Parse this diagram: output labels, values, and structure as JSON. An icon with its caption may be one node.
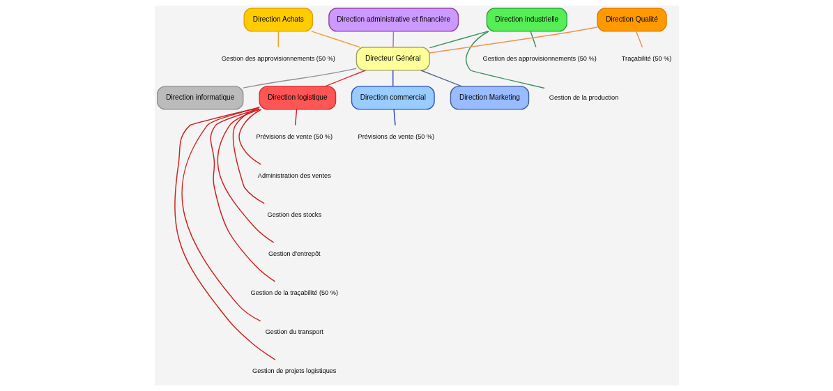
{
  "diagram": {
    "nodes": [
      {
        "text": [
          "Direction administrative et financière"
        ]
      },
      {
        "text": [
          "Direction Achats"
        ]
      },
      {
        "text": [
          "Gestion des approvisionnements (50 %)"
        ]
      },
      {
        "text": [
          "Direction industrielle"
        ]
      },
      {
        "text": [
          "Gestion des approvisionnements (50 %)"
        ]
      },
      {
        "text": [
          "Gestion de la production"
        ]
      },
      {
        "text": [
          "Direction Qualité"
        ]
      },
      {
        "text": [
          "Traçabilité (50 %)"
        ]
      },
      {
        "text": [
          "Directeur Général"
        ]
      },
      {
        "text": [
          "Direction logistique"
        ]
      },
      {
        "text": [
          "Direction commercial"
        ]
      },
      {
        "text": [
          "Direction Marketing"
        ]
      },
      {
        "text": [
          "Direction informatique"
        ]
      },
      {
        "text": [
          "Prévisions de vente (50 %)"
        ]
      },
      {
        "text": [
          "Administration des ventes"
        ]
      },
      {
        "text": [
          "Gestion des stocks"
        ]
      },
      {
        "text": [
          "Gestion d'entrepôt"
        ]
      },
      {
        "text": [
          "Gestion de la traçabilité (50 %)"
        ]
      },
      {
        "text": [
          "Gestion du transport"
        ]
      },
      {
        "text": [
          "Gestion de projets logistiques"
        ]
      },
      {
        "text": [
          "Prévisions de vente (50 %)"
        ]
      }
    ],
    "edges": [
      {
        "from": 8,
        "to": 0,
        "arrow": "none",
        "color": "#b070c0"
      },
      {
        "from": 8,
        "to": 1,
        "arrow": "none",
        "color": "#f0a030"
      },
      {
        "from": 8,
        "to": 3,
        "arrow": "none",
        "color": "#3a9060"
      },
      {
        "from": 8,
        "to": 6,
        "arrow": "none",
        "color": "#f09050"
      },
      {
        "from": 8,
        "to": 9,
        "arrow": "none",
        "color": "#e03030"
      },
      {
        "from": 8,
        "to": 10,
        "arrow": "none",
        "color": "#4050c8"
      },
      {
        "from": 8,
        "to": 11,
        "arrow": "none",
        "color": "#506890"
      },
      {
        "from": 8,
        "to": 12,
        "arrow": "none",
        "color": "#909090"
      },
      {
        "from": 1,
        "to": 2,
        "arrow": "none",
        "color": "#f0a030"
      },
      {
        "from": 3,
        "to": 4,
        "arrow": "none",
        "color": "#3a9060"
      },
      {
        "from": 3,
        "to": 5,
        "arrow": "none",
        "color": "#3a9060"
      },
      {
        "from": 6,
        "to": 7,
        "arrow": "none",
        "color": "#f09050"
      },
      {
        "from": 9,
        "to": 13,
        "arrow": "none",
        "color": "#d02020"
      },
      {
        "from": 9,
        "to": 14,
        "arrow": "none",
        "color": "#d02020"
      },
      {
        "from": 9,
        "to": 15,
        "arrow": "none",
        "color": "#d02020"
      },
      {
        "from": 9,
        "to": 16,
        "arrow": "none",
        "color": "#d02020"
      },
      {
        "from": 9,
        "to": 17,
        "arrow": "none",
        "color": "#d02020"
      },
      {
        "from": 9,
        "to": 18,
        "arrow": "none",
        "color": "#d02020"
      },
      {
        "from": 9,
        "to": 19,
        "arrow": "none",
        "color": "#d02020"
      },
      {
        "from": 10,
        "to": 20,
        "arrow": "none",
        "color": "#3040c0"
      }
    ]
  }
}
